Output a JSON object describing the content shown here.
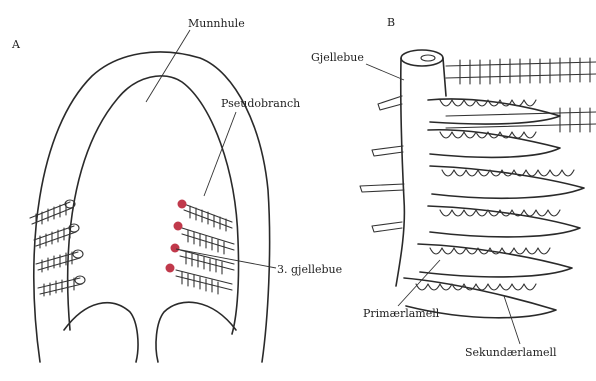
{
  "panels": {
    "a_label": "A",
    "b_label": "B"
  },
  "labels": {
    "munnhule": "Munnhule",
    "pseudobranch": "Pseudobranch",
    "third_gill_arch": "3. gjellebue",
    "gjellebue": "Gjellebue",
    "primaerlamell": "Primærlamell",
    "sekundaerlamell": "Sekundærlamell"
  },
  "colors": {
    "ink": "#2a2a2a",
    "pseudobranch_red": "#c0394b",
    "background": "#ffffff"
  }
}
